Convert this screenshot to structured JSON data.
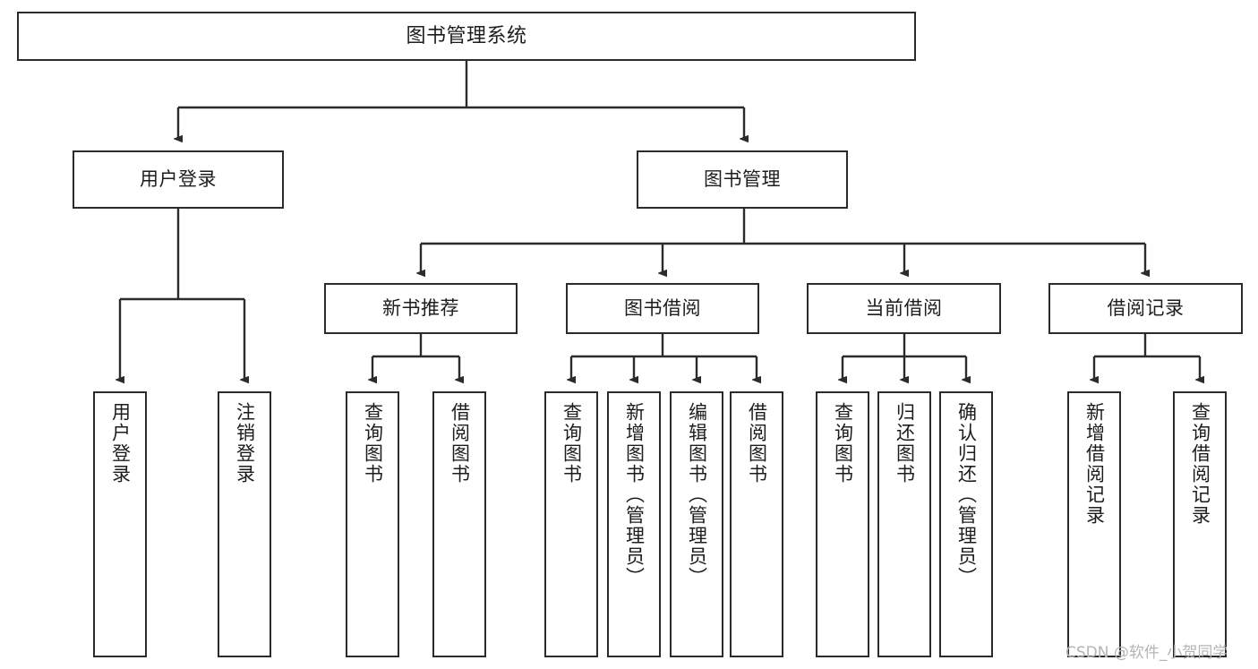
{
  "diagram": {
    "title": "图书管理系统",
    "type": "tree-hierarchy",
    "accent_border_color": "#2b2b2b",
    "background_color": "#ffffff",
    "text_color": "#1d1d1d",
    "watermark": "CSDN @软件_小贺同学",
    "nodes": {
      "root": {
        "label": "图书管理系统"
      },
      "level2": [
        {
          "label": "用户登录"
        },
        {
          "label": "图书管理"
        }
      ],
      "level3": [
        {
          "label": "新书推荐"
        },
        {
          "label": "图书借阅"
        },
        {
          "label": "当前借阅"
        },
        {
          "label": "借阅记录"
        }
      ],
      "leaves": {
        "user_login": [
          {
            "label": "用户登录"
          },
          {
            "label": "注销登录"
          }
        ],
        "new_book_recommend": [
          {
            "label": "查询图书"
          },
          {
            "label": "借阅图书"
          }
        ],
        "book_borrow": [
          {
            "label": "查询图书"
          },
          {
            "label": "新增图书（管理员）"
          },
          {
            "label": "编辑图书（管理员）"
          },
          {
            "label": "借阅图书"
          }
        ],
        "current_borrow": [
          {
            "label": "查询图书"
          },
          {
            "label": "归还图书"
          },
          {
            "label": "确认归还（管理员）"
          }
        ],
        "borrow_record": [
          {
            "label": "新增借阅记录"
          },
          {
            "label": "查询借阅记录"
          }
        ]
      }
    }
  }
}
